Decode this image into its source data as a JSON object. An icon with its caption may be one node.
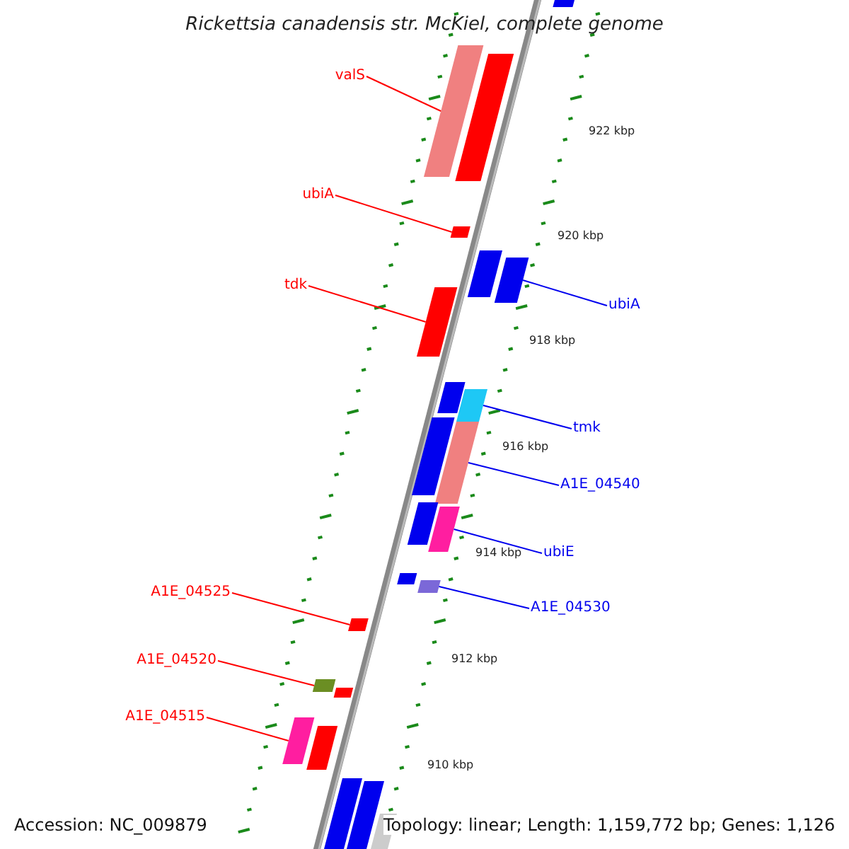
{
  "diagram": {
    "title": "Rickettsia canadensis str. McKiel, complete genome",
    "nodes": [
      {
        "text": [
          "valS"
        ]
      },
      {
        "text": [],
        "shape": "bar"
      },
      {
        "text": [
          "ubiA"
        ]
      },
      {
        "text": [],
        "shape": "bar"
      },
      {
        "text": [
          "tdk"
        ]
      },
      {
        "text": [],
        "shape": "bar"
      },
      {
        "text": [
          "ubiA"
        ]
      },
      {
        "text": [],
        "shape": "bar"
      },
      {
        "text": [
          "tmk"
        ]
      },
      {
        "text": [],
        "shape": "bar"
      },
      {
        "text": [
          "A1E_04540"
        ]
      },
      {
        "text": [],
        "shape": "bar"
      },
      {
        "text": [
          "ubiE"
        ]
      },
      {
        "text": [],
        "shape": "bar"
      },
      {
        "text": [
          "A1E_04530"
        ]
      },
      {
        "text": [],
        "shape": "bar"
      },
      {
        "text": [
          "A1E_04525"
        ]
      },
      {
        "text": [],
        "shape": "bar"
      },
      {
        "text": [
          "A1E_04520"
        ]
      },
      {
        "text": [],
        "shape": "bar"
      },
      {
        "text": [
          "A1E_04515"
        ]
      },
      {
        "text": [],
        "shape": "bar"
      },
      {
        "text": [],
        "shape": "bar"
      },
      {
        "text": [],
        "shape": "bar"
      },
      {
        "text": [],
        "shape": "bar"
      },
      {
        "text": [],
        "shape": "bar"
      },
      {
        "text": [],
        "shape": "bar"
      },
      {
        "text": [],
        "shape": "bar"
      },
      {
        "text": [],
        "shape": "bar"
      },
      {
        "text": [],
        "shape": "bar"
      },
      {
        "text": [],
        "shape": "bar"
      },
      {
        "text": [],
        "shape": "bar"
      },
      {
        "text": [],
        "shape": "bar"
      },
      {
        "text": [],
        "shape": "bar"
      }
    ],
    "edges": [
      {
        "from": 0,
        "to": 1,
        "arrow": "none"
      },
      {
        "from": 2,
        "to": 3,
        "arrow": "none"
      },
      {
        "from": 4,
        "to": 5,
        "arrow": "none"
      },
      {
        "from": 6,
        "to": 7,
        "arrow": "none",
        "color": "#0000ee"
      },
      {
        "from": 8,
        "to": 9,
        "arrow": "none",
        "color": "#0000ee"
      },
      {
        "from": 10,
        "to": 11,
        "arrow": "none",
        "color": "#0000ee"
      },
      {
        "from": 12,
        "to": 13,
        "arrow": "none",
        "color": "#0000ee"
      },
      {
        "from": 14,
        "to": 15,
        "arrow": "none",
        "color": "#0000ee"
      },
      {
        "from": 16,
        "to": 17,
        "arrow": "none"
      },
      {
        "from": 18,
        "to": 19,
        "arrow": "none"
      },
      {
        "from": 20,
        "to": 21,
        "arrow": "none"
      }
    ],
    "labels": [
      "922 kbp",
      "920 kbp",
      "918 kbp",
      "916 kbp",
      "914 kbp",
      "912 kbp",
      "910 kbp",
      "Accession: NC_009879",
      "Topology: linear; Length: 1,159,772 bp; Genes: 1,126"
    ]
  }
}
